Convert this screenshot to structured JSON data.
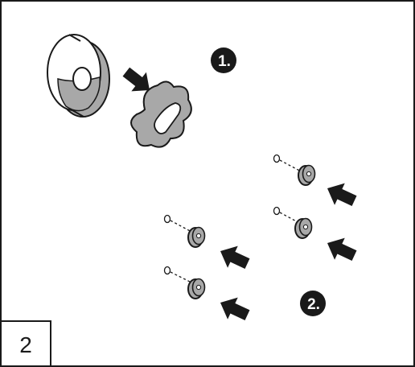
{
  "page_number": "2",
  "steps": [
    {
      "label": "1."
    },
    {
      "label": "2."
    }
  ],
  "colors": {
    "line": "#1a1a1a",
    "part_fill": "#a8a8a8",
    "badge": "#1a1a1a",
    "badge_text": "#ffffff",
    "background": "#ffffff"
  }
}
